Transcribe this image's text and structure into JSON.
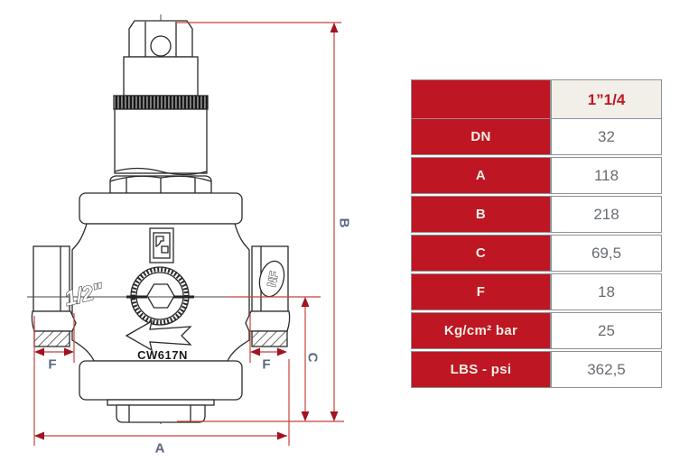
{
  "table": {
    "header_value": "1”1/4",
    "rows": [
      {
        "label": "DN",
        "value": "32"
      },
      {
        "label": "A",
        "value": "118"
      },
      {
        "label": "B",
        "value": "218"
      },
      {
        "label": "C",
        "value": "69,5"
      },
      {
        "label": "F",
        "value": "18"
      },
      {
        "label": "Kg/cm² bar",
        "value": "25"
      },
      {
        "label": "LBS - psi",
        "value": "362,5"
      }
    ]
  },
  "diagram": {
    "dim_a": "A",
    "dim_b": "B",
    "dim_c": "C",
    "dim_f_left": "F",
    "dim_f_right": "F",
    "port_size": "1/2\"",
    "body_material": "CW617N",
    "certification": "NF"
  },
  "colors": {
    "dimension_line": "#c4423c",
    "arrowhead": "#a1131f",
    "dimension_label": "#5b6880",
    "table_red": "#be1622",
    "table_header_bg": "#f2efe9"
  }
}
